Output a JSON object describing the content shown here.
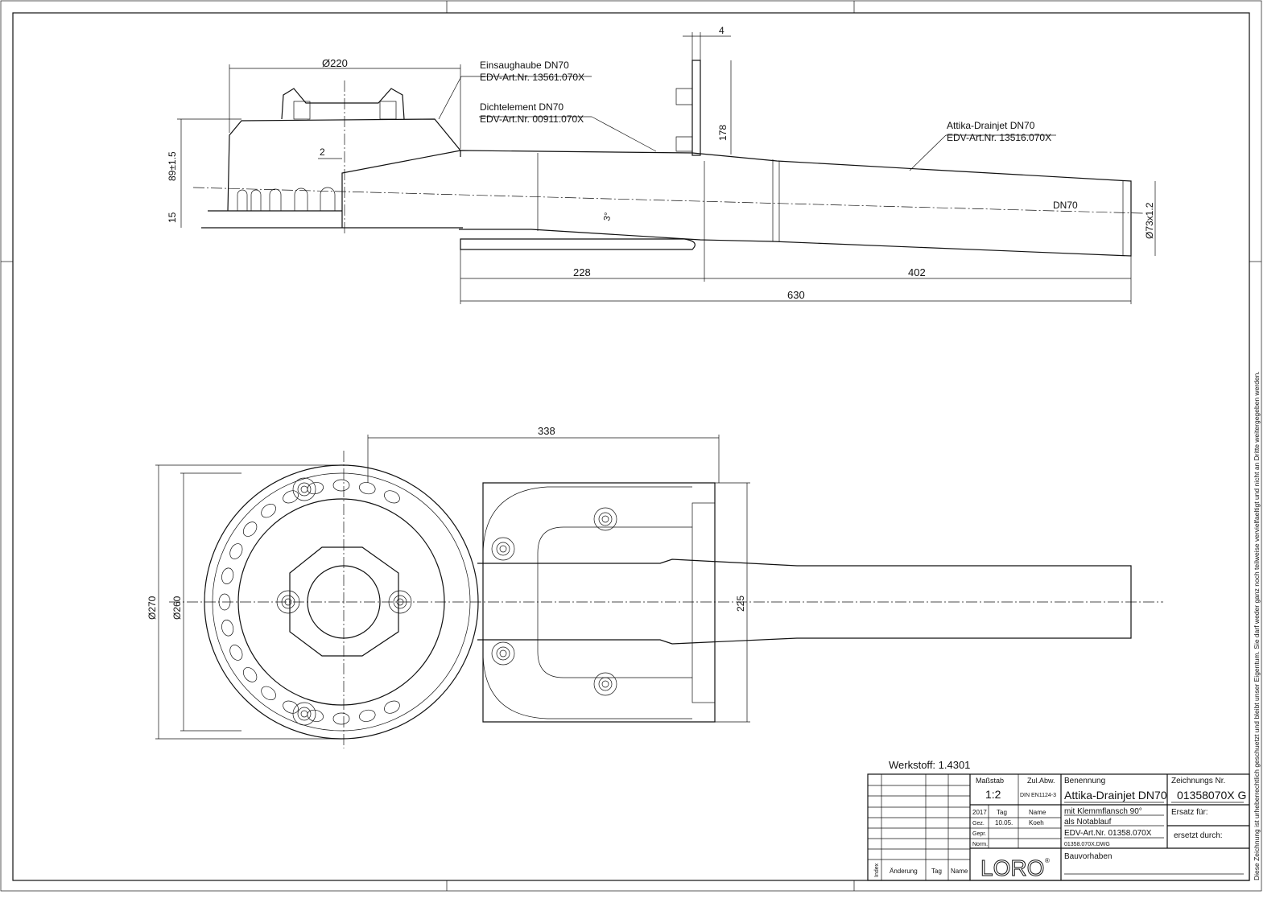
{
  "labels": {
    "hood": {
      "name": "Einsaughaube DN70",
      "art": "EDV-Art.Nr. 13561.070X"
    },
    "seal": {
      "name": "Dichtelement DN70",
      "art": "EDV-Art.Nr. 00911.070X"
    },
    "drain": {
      "name": "Attika-Drainjet DN70",
      "art": "EDV-Art.Nr. 13516.070X"
    },
    "pipe_dn": "DN70"
  },
  "dimensions": {
    "d220": "Ø220",
    "h89": "89±1.5",
    "h15": "15",
    "gap2": "2",
    "t4": "4",
    "h178": "178",
    "angle": "3°",
    "d73": "Ø73x1.2",
    "l228": "228",
    "l402": "402",
    "l630": "630",
    "l338": "338",
    "d270": "Ø270",
    "d260": "Ø260",
    "w225": "225"
  },
  "title_block": {
    "material": "Werkstoff: 1.4301",
    "scale_label": "Maßstab",
    "scale": "1:2",
    "tol_label": "Zul.Abw.",
    "tol": "DIN EN1124-3",
    "name_label": "Benennung",
    "name": "Attika-Drainjet DN70",
    "drawing_no_label": "Zeichnungs Nr.",
    "drawing_no": "01358070X G",
    "year": "2017",
    "day_label": "Tag",
    "name_col": "Name",
    "drawn_label": "Gez.",
    "drawn_date": "10.05.",
    "drawn_by": "Koeh",
    "checked_label": "Gepr.",
    "norm_label": "Norm.",
    "desc1": "mit Klemmflansch 90°",
    "desc2": "als Notablauf",
    "art_no": "EDV-Art.Nr. 01358.070X",
    "file": "01358.070X.DWG",
    "replaces_label": "Ersatz für:",
    "replaced_by_label": "ersetzt durch:",
    "project_label": "Bauvorhaben",
    "index_label": "Index",
    "change_label": "Änderung",
    "date_label": "Tag",
    "name_label2": "Name",
    "logo": "LORO"
  },
  "copyright": "Diese Zeichnung ist urheberrechtlich geschuetzt und bleibt unser Eigentum. Sie darf weder ganz noch teilweise vervielfaeltigt und nicht an Dritte weitergegeben werden."
}
